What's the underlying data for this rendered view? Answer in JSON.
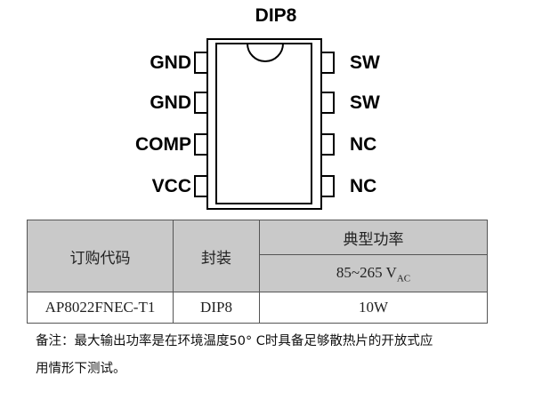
{
  "package": {
    "title": "DIP8",
    "left_pins": [
      "GND",
      "GND",
      "COMP",
      "VCC"
    ],
    "right_pins": [
      "SW",
      "SW",
      "NC",
      "NC"
    ]
  },
  "table": {
    "col_order_code": "订购代码",
    "col_package": "封装",
    "col_power": "典型功率",
    "voltage_range": "85~265 V",
    "voltage_sub": "AC",
    "row": {
      "order_code": "AP8022FNEC-T1",
      "package": "DIP8",
      "power": "10W"
    }
  },
  "note": {
    "line1": "备注：最大输出功率是在环境温度50° C时具备足够散热片的开放式应",
    "line2": "用情形下测试。"
  }
}
